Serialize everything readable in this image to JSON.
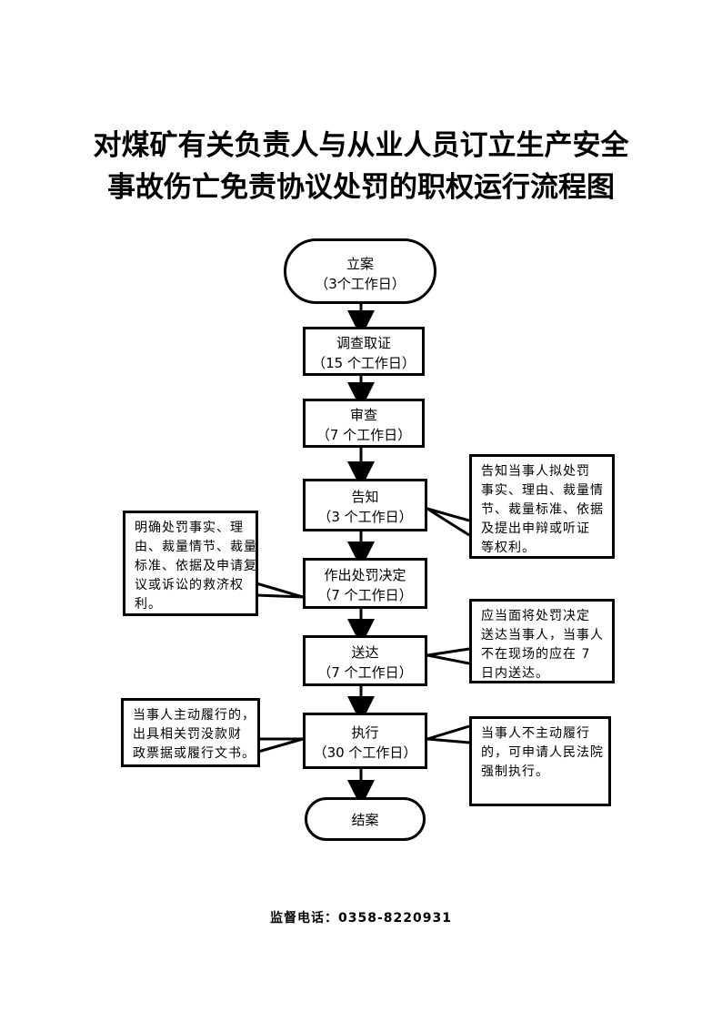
{
  "title": {
    "line1": "对煤矿有关负责人与从业人员订立生产安全",
    "line2": "事故伤亡免责协议处罚的职权运行流程图"
  },
  "steps": [
    {
      "id": "filing",
      "label": "立案",
      "duration": "（3个工作日）"
    },
    {
      "id": "investigation",
      "label": "调查取证",
      "duration": "（15 个工作日）"
    },
    {
      "id": "review",
      "label": "审查",
      "duration": "（7 个工作日）"
    },
    {
      "id": "notice",
      "label": "告知",
      "duration": "（3 个工作日）"
    },
    {
      "id": "decision",
      "label": "作出处罚决定",
      "duration": "（7 个工作日）"
    },
    {
      "id": "delivery",
      "label": "送达",
      "duration": "（7 个工作日）"
    },
    {
      "id": "execution",
      "label": "执行",
      "duration": "（30 个工作日）"
    },
    {
      "id": "closing",
      "label": "结案",
      "duration": ""
    }
  ],
  "notes": {
    "notice_right": [
      "告知当事人拟处罚",
      "事实、理由、裁量情",
      "节、裁量标准、依据",
      "及提出申辩或听证",
      "等权利。"
    ],
    "decision_left": [
      "明确处罚事实、理",
      "由、裁量情节、裁量",
      "标准、依据及申请复",
      "议或诉讼的救济权",
      "利。"
    ],
    "delivery_right": [
      "应当面将处罚决定",
      "送达当事人，当事人",
      "不在现场的应在 7",
      "日内送达。"
    ],
    "execution_left": [
      "当事人主动履行的，",
      "出具相关罚没款财",
      "政票据或履行文书。"
    ],
    "execution_right": [
      "当事人不主动履行",
      "的，可申请人民法院",
      "强制执行。"
    ]
  },
  "footer": "监督电话：0358-8220931"
}
